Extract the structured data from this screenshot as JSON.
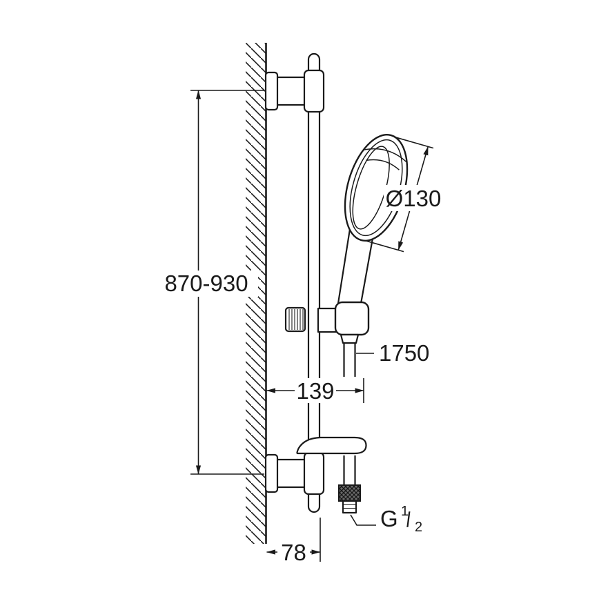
{
  "drawing": {
    "background_color": "#ffffff",
    "line_color": "#1a1a1a",
    "labels": {
      "rail_height": "870-930",
      "head_diameter": "Ø130",
      "hose_length": "1750",
      "wall_to_hose_offset": "139",
      "wall_to_rail_offset": "78",
      "thread": {
        "prefix": "G",
        "numerator": "1",
        "slash": "/",
        "denominator": "2"
      }
    }
  }
}
